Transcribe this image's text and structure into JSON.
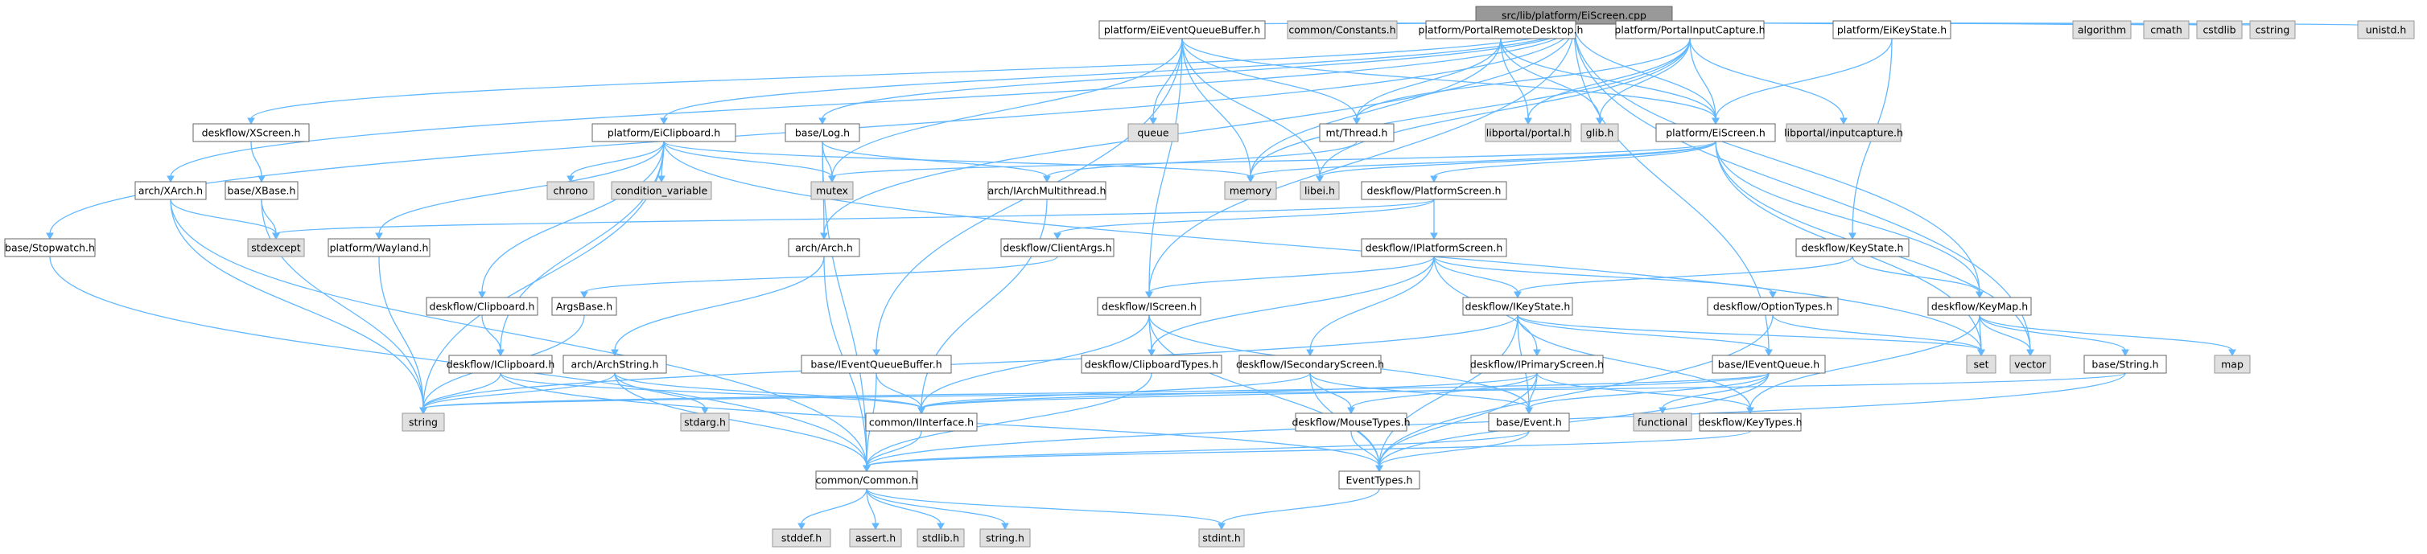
{
  "title": "src/lib/platform/EiScreen.cpp",
  "colors": {
    "edge": "#63b8ff",
    "root_fill": "#999999",
    "system_fill": "#e0e0e0",
    "plain_fill": "#ffffff",
    "border": "#666666"
  },
  "nodes": {
    "root": "src/lib/platform/EiScreen.cpp",
    "eieventqueuebuffer": "platform/EiEventQueueBuffer.h",
    "constants": "common/Constants.h",
    "portalremotedesktop": "platform/PortalRemoteDesktop.h",
    "portalinputcapture": "platform/PortalInputCapture.h",
    "eikeystate": "platform/EiKeyState.h",
    "algorithm": "algorithm",
    "cmath": "cmath",
    "cstdlib": "cstdlib",
    "cstring": "cstring",
    "unistd": "unistd.h",
    "xscreen": "deskflow/XScreen.h",
    "eiclipboard": "platform/EiClipboard.h",
    "log": "base/Log.h",
    "queue": "queue",
    "mtthread": "mt/Thread.h",
    "libportal": "libportal/portal.h",
    "glib": "glib.h",
    "eiscreenh": "platform/EiScreen.h",
    "libportal_ic": "libportal/inputcapture.h",
    "xarch": "arch/XArch.h",
    "xbase": "base/XBase.h",
    "chrono": "chrono",
    "condvar": "condition_variable",
    "mutex": "mutex",
    "archmultithread": "arch/IArchMultithread.h",
    "memory": "memory",
    "libei": "libei.h",
    "platformscreen": "deskflow/PlatformScreen.h",
    "stopwatch": "base/Stopwatch.h",
    "stdexcept": "stdexcept",
    "wayland": "platform/Wayland.h",
    "arch": "arch/Arch.h",
    "clientargs": "deskflow/ClientArgs.h",
    "iplatformscreen": "deskflow/IPlatformScreen.h",
    "keystate": "deskflow/KeyState.h",
    "clipboard": "deskflow/Clipboard.h",
    "argsbase": "ArgsBase.h",
    "iscreen": "deskflow/IScreen.h",
    "ikeystate": "deskflow/IKeyState.h",
    "optiontypes": "deskflow/OptionTypes.h",
    "keymap": "deskflow/KeyMap.h",
    "iclipboard": "deskflow/IClipboard.h",
    "archstring": "arch/ArchString.h",
    "ieventqueuebuffer": "base/IEventQueueBuffer.h",
    "clipboardtypes": "deskflow/ClipboardTypes.h",
    "isecondaryscreen": "deskflow/ISecondaryScreen.h",
    "iprimaryscreen": "deskflow/IPrimaryScreen.h",
    "ieventqueue": "base/IEventQueue.h",
    "set": "set",
    "vector": "vector",
    "map": "map",
    "basestring": "base/String.h",
    "string": "string",
    "stdarg": "stdarg.h",
    "iinterface": "common/IInterface.h",
    "mousetypes": "deskflow/MouseTypes.h",
    "event": "base/Event.h",
    "functional": "functional",
    "keytypes": "deskflow/KeyTypes.h",
    "common": "common/Common.h",
    "eventtypes": "EventTypes.h",
    "stddef": "stddef.h",
    "assert": "assert.h",
    "stdlib": "stdlib.h",
    "stringh": "string.h",
    "stdint": "stdint.h"
  }
}
